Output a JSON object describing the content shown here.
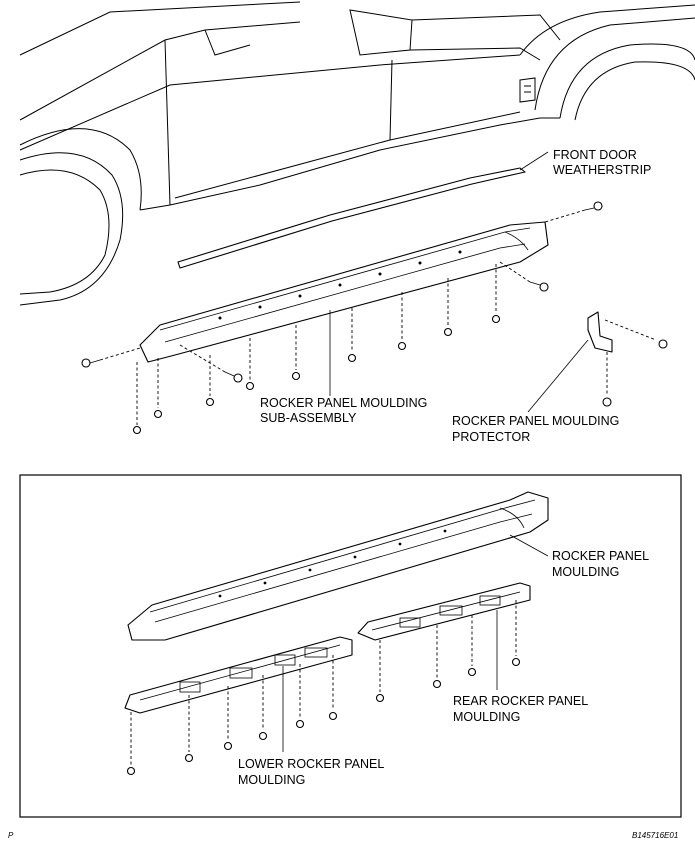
{
  "labels": {
    "front_door_weatherstrip": [
      "FRONT DOOR",
      "WEATHERSTRIP"
    ],
    "rocker_panel_moulding_subassembly": [
      "ROCKER PANEL MOULDING",
      "SUB-ASSEMBLY"
    ],
    "rocker_panel_moulding_protector": [
      "ROCKER PANEL MOULDING",
      "PROTECTOR"
    ],
    "rocker_panel_moulding": [
      "ROCKER PANEL",
      "MOULDING"
    ],
    "rear_rocker_panel_moulding": [
      "REAR ROCKER PANEL",
      "MOULDING"
    ],
    "lower_rocker_panel_moulding": [
      "LOWER ROCKER PANEL",
      "MOULDING"
    ]
  },
  "corner_letter": "P",
  "figure_code": "B145716E01"
}
